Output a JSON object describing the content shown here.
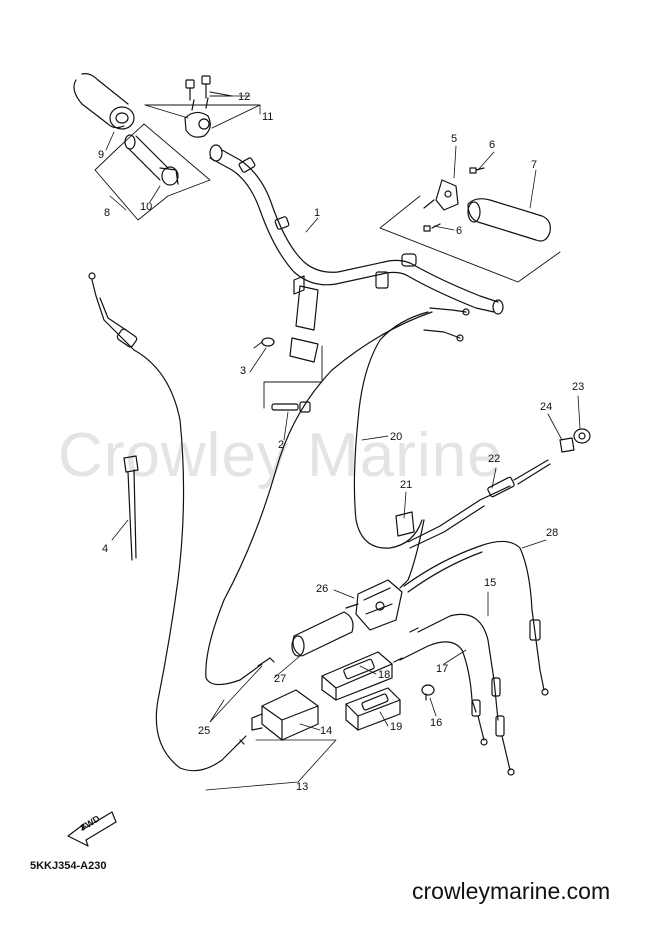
{
  "watermark": "Crowley Marine",
  "diagram_code": "5KKJ354-A230",
  "site_url": "crowleymarine.com",
  "fwd_label": "FWD",
  "callouts": [
    "1",
    "2",
    "3",
    "4",
    "5",
    "6",
    "6",
    "7",
    "8",
    "9",
    "10",
    "11",
    "12",
    "13",
    "14",
    "15",
    "16",
    "17",
    "18",
    "19",
    "20",
    "21",
    "22",
    "23",
    "24",
    "25",
    "26",
    "27",
    "28"
  ]
}
